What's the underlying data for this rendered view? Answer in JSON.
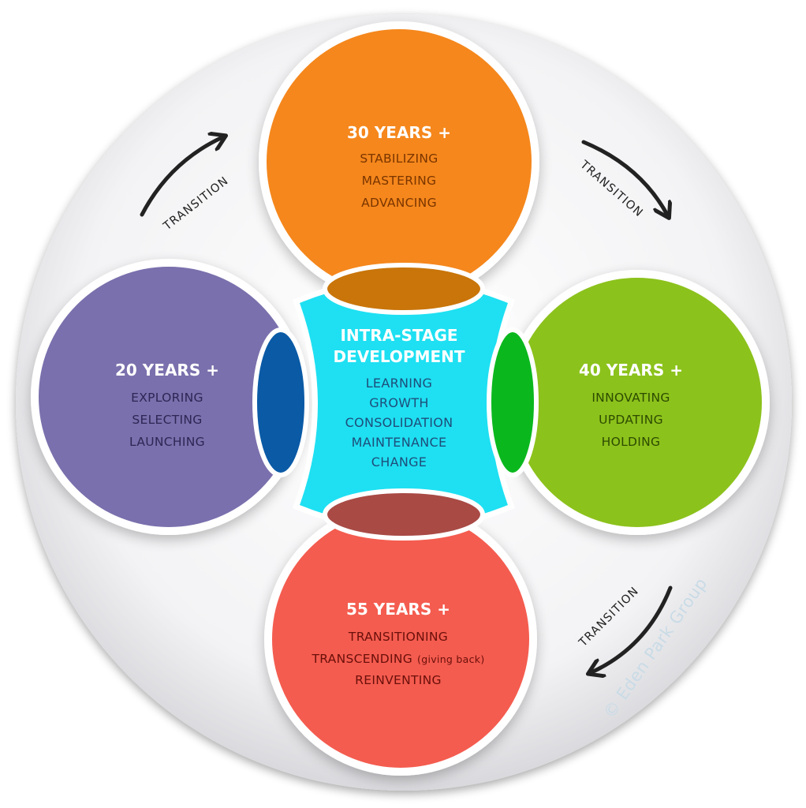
{
  "stages": {
    "top": {
      "title": "30 YEARS +",
      "items": [
        "STABILIZING",
        "MASTERING",
        "ADVANCING"
      ],
      "color": "#f5871f",
      "text_color": "#7a3500"
    },
    "left": {
      "title": "20 YEARS +",
      "items": [
        "EXPLORING",
        "SELECTING",
        "LAUNCHING"
      ],
      "color": "#7a6fad",
      "text_color": "#2e2654"
    },
    "right": {
      "title": "40 YEARS +",
      "items": [
        "INNOVATING",
        "UPDATING",
        "HOLDING"
      ],
      "color": "#8cc21f",
      "text_color": "#2d4b00"
    },
    "bottom": {
      "title": "55 YEARS +",
      "items": [
        "TRANSITIONING",
        "TRANSCENDING",
        "REINVENTING"
      ],
      "item_note": "(giving back)",
      "color": "#f45b4f",
      "text_color": "#6a0f0a"
    }
  },
  "center": {
    "title_lines": [
      "INTRA-STAGE",
      "DEVELOPMENT"
    ],
    "items": [
      "LEARNING",
      "GROWTH",
      "CONSOLIDATION",
      "MAINTENANCE",
      "CHANGE"
    ],
    "color": "#1ee0f2"
  },
  "overlaps": {
    "top": "#c9750a",
    "left": "#0a5aa6",
    "right": "#0ab81e",
    "bottom": "#a94a45"
  },
  "transitions": {
    "label": "TRANSITION"
  },
  "watermark": "© Eden Park Group"
}
